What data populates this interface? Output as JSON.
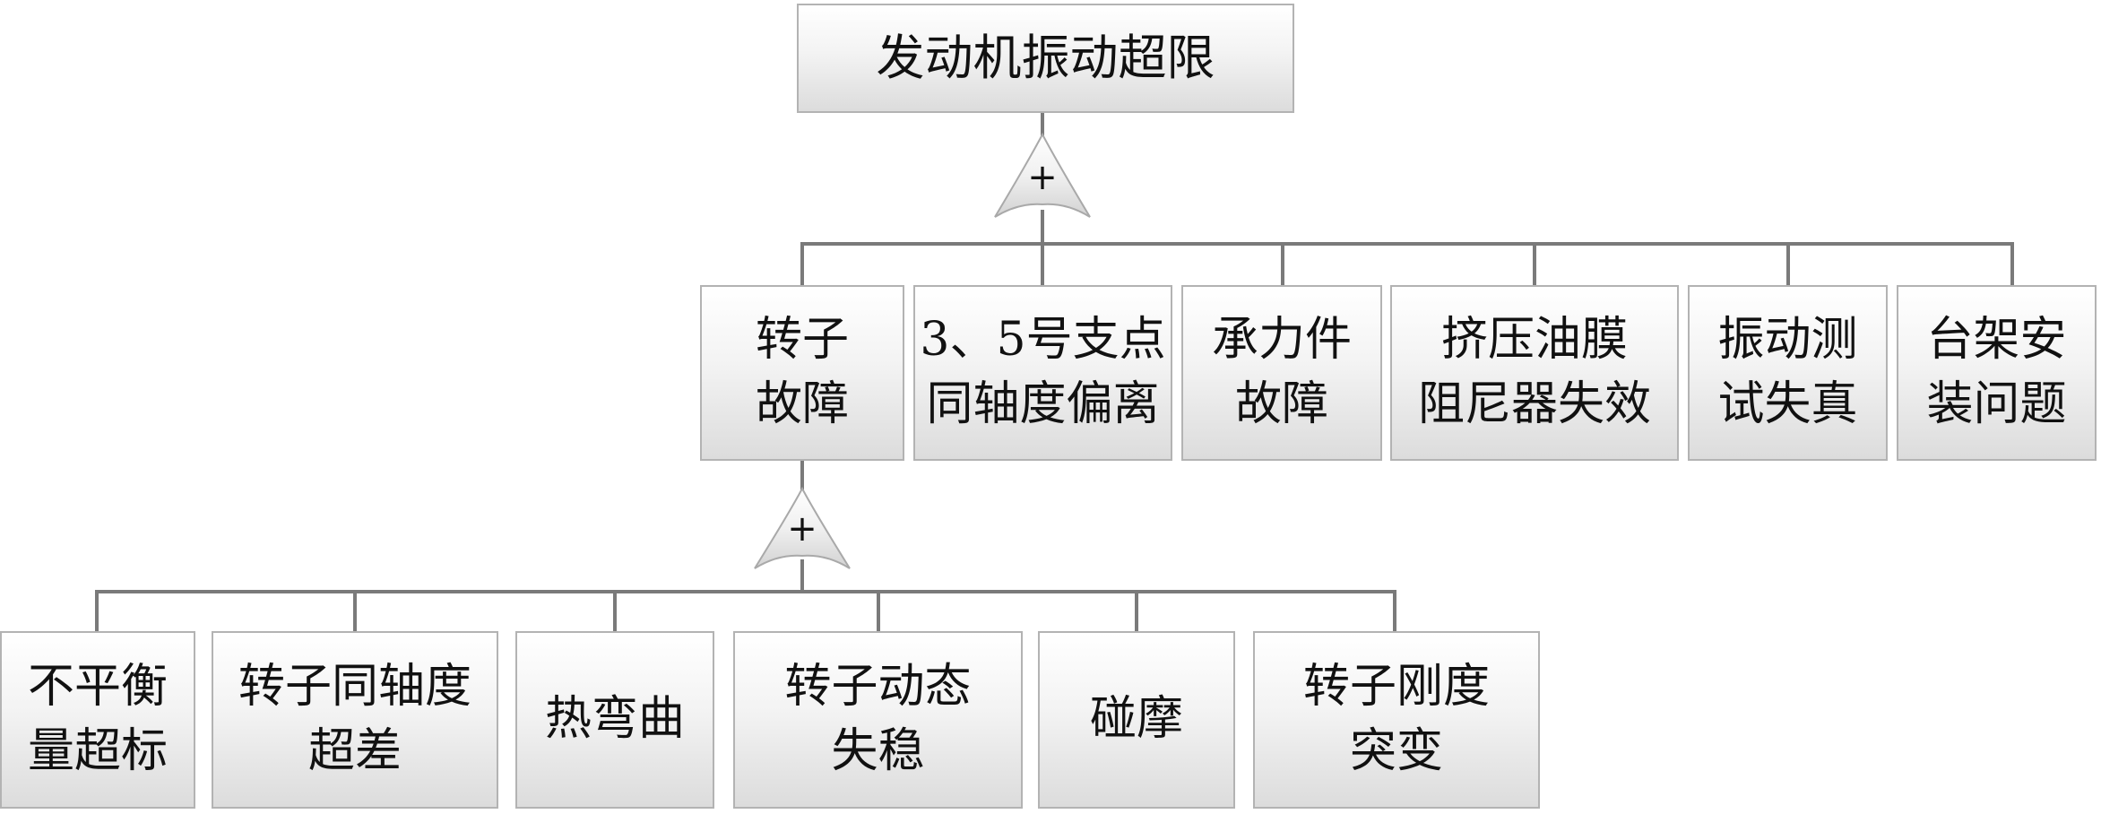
{
  "top_event": {
    "label": "发动机振动超限"
  },
  "gates": {
    "top_gate_symbol": "+",
    "rotor_gate_symbol": "+"
  },
  "middle_events": [
    {
      "lines": [
        "转子",
        "故障"
      ]
    },
    {
      "lines": [
        "3、5号支点",
        "同轴度偏离"
      ]
    },
    {
      "lines": [
        "承力件",
        "故障"
      ]
    },
    {
      "lines": [
        "挤压油膜",
        "阻尼器失效"
      ]
    },
    {
      "lines": [
        "振动测",
        "试失真"
      ]
    },
    {
      "lines": [
        "台架安",
        "装问题"
      ]
    }
  ],
  "basic_events": [
    {
      "lines": [
        "不平衡",
        "量超标"
      ]
    },
    {
      "lines": [
        "转子同轴度",
        "超差"
      ]
    },
    {
      "lines": [
        "热弯曲"
      ]
    },
    {
      "lines": [
        "转子动态",
        "失稳"
      ]
    },
    {
      "lines": [
        "碰摩"
      ]
    },
    {
      "lines": [
        "转子刚度",
        "突变"
      ]
    }
  ],
  "colors": {
    "line": "#7a7a7a",
    "box_border": "#b3b3b3",
    "box_fill_top": "#ffffff",
    "box_fill_bottom": "#dcdcdc",
    "text": "#111111"
  }
}
